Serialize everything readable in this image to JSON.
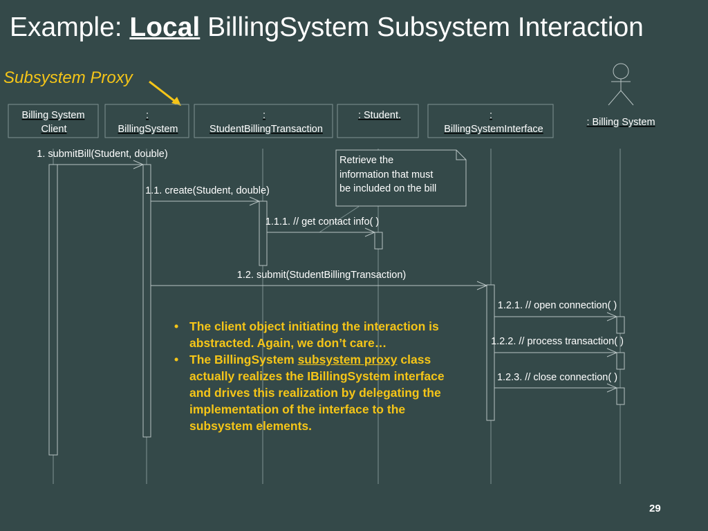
{
  "title": {
    "prefix": "Example: ",
    "emphasis": "Local",
    "suffix": " BillingSystem Subsystem Interaction"
  },
  "callout": "Subsystem Proxy",
  "objects": [
    {
      "line1": "Billing System ",
      "line2": "Client"
    },
    {
      "line1": ":",
      "line2": "BillingSystem"
    },
    {
      "line1": ":",
      "line2": "StudentBillingTransaction"
    },
    {
      "line1": ": Student.",
      "line2": ""
    },
    {
      "line1": ":",
      "line2": "BillingSystemInterface"
    },
    {
      "line1": ": Billing System",
      "line2": ""
    }
  ],
  "messages": [
    "1. submitBill(Student, double)",
    "1.1. create(Student, double)",
    "1.1.1. // get contact info( )",
    "1.2. submit(StudentBillingTransaction)",
    "1.2.1. // open connection( )",
    "1.2.2. // process transaction( )",
    "1.2.3. // close connection( )"
  ],
  "note": [
    "Retrieve the",
    "information that must",
    "be included on the bill"
  ],
  "bullets": {
    "b1": "The client object initiating the interaction is abstracted.  Again, we don’t care…",
    "b2_pre": "The BillingSystem ",
    "b2_link": "subsystem proxy",
    "b2_post": " class actually realizes the IBillingSystem interface and drives this realization by delegating the implementation of the interface to the subsystem elements."
  },
  "page_number": "29",
  "colors": {
    "background": "#344949",
    "accent": "#f5c518"
  }
}
